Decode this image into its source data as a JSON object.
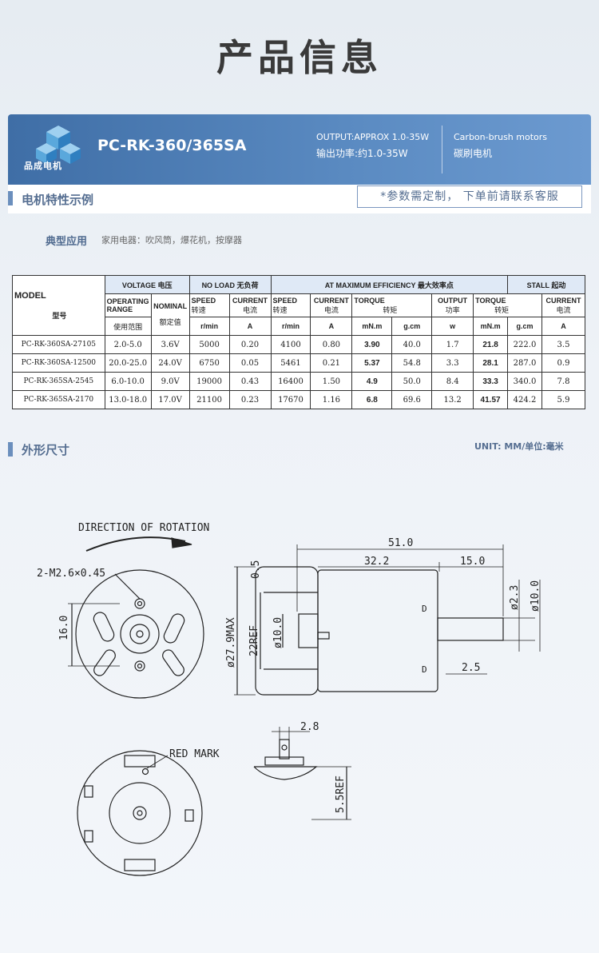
{
  "page_title": "产品信息",
  "banner": {
    "brand": "品成电机",
    "model": "PC-RK-360/365SA",
    "output_en": "OUTPUT:APPROX 1.0-35W",
    "output_cn": "输出功率:约1.0-35W",
    "type_en": "Carbon-brush motors",
    "type_cn": "碳刷电机"
  },
  "section1": {
    "title": "电机特性示例",
    "notice": "*参数需定制， 下单前请联系客服"
  },
  "application": {
    "label": "典型应用",
    "text": "家用电器：吹风筒，爆花机，按摩器"
  },
  "table": {
    "h_model": "MODEL",
    "h_model_cn": "型号",
    "h_voltage": "VOLTAGE 电压",
    "h_noload": "NO LOAD  无负荷",
    "h_maxeff": "AT MAXIMUM EFFICIENCY   最大效率点",
    "h_stall": "STALL 起动",
    "h_op_range": "OPERATING RANGE",
    "h_op_range_cn": "使用范围",
    "h_nominal": "NOMINAL",
    "h_nominal_cn": "额定值",
    "h_speed": "SPEED",
    "h_speed_cn": "转速",
    "h_current": "CURRENT",
    "h_current_cn": "电流",
    "h_torque": "TORQUE",
    "h_torque_cn": "转矩",
    "h_output": "OUTPUT",
    "h_output_cn": "功率",
    "u_rmin": "r/min",
    "u_a": "A",
    "u_mnm": "mN.m",
    "u_gcm": "g.cm",
    "u_w": "w",
    "rows": [
      [
        "PC-RK-360SA-27105",
        "2.0-5.0",
        "3.6V",
        "5000",
        "0.20",
        "4100",
        "0.80",
        "3.90",
        "40.0",
        "1.7",
        "21.8",
        "222.0",
        "3.5"
      ],
      [
        "PC-RK-360SA-12500",
        "20.0-25.0",
        "24.0V",
        "6750",
        "0.05",
        "5461",
        "0.21",
        "5.37",
        "54.8",
        "3.3",
        "28.1",
        "287.0",
        "0.9"
      ],
      [
        "PC-RK-365SA-2545",
        "6.0-10.0",
        "9.0V",
        "19000",
        "0.43",
        "16400",
        "1.50",
        "4.9",
        "50.0",
        "8.4",
        "33.3",
        "340.0",
        "7.8"
      ],
      [
        "PC-RK-365SA-2170",
        "13.0-18.0",
        "17.0V",
        "21100",
        "0.23",
        "17670",
        "1.16",
        "6.8",
        "69.6",
        "13.2",
        "41.57",
        "424.2",
        "5.9"
      ]
    ]
  },
  "section2": {
    "title": "外形尺寸",
    "unit": "UNIT: MM/单位:毫米"
  },
  "drawing": {
    "direction": "DIRECTION OF ROTATION",
    "screw": "2-M2.6×0.45",
    "d16": "16.0",
    "d279": "ø27.9MAX",
    "d22": "22REF",
    "d10a": "ø10.0",
    "d05": "0.5",
    "d51": "51.0",
    "d322": "32.2",
    "d15": "15.0",
    "d23": "ø2.3",
    "d10b": "ø10.0",
    "d25": "2.5",
    "d28": "2.8",
    "d55": "5.5REF",
    "red_mark": "RED MARK",
    "mark_d": "D"
  }
}
